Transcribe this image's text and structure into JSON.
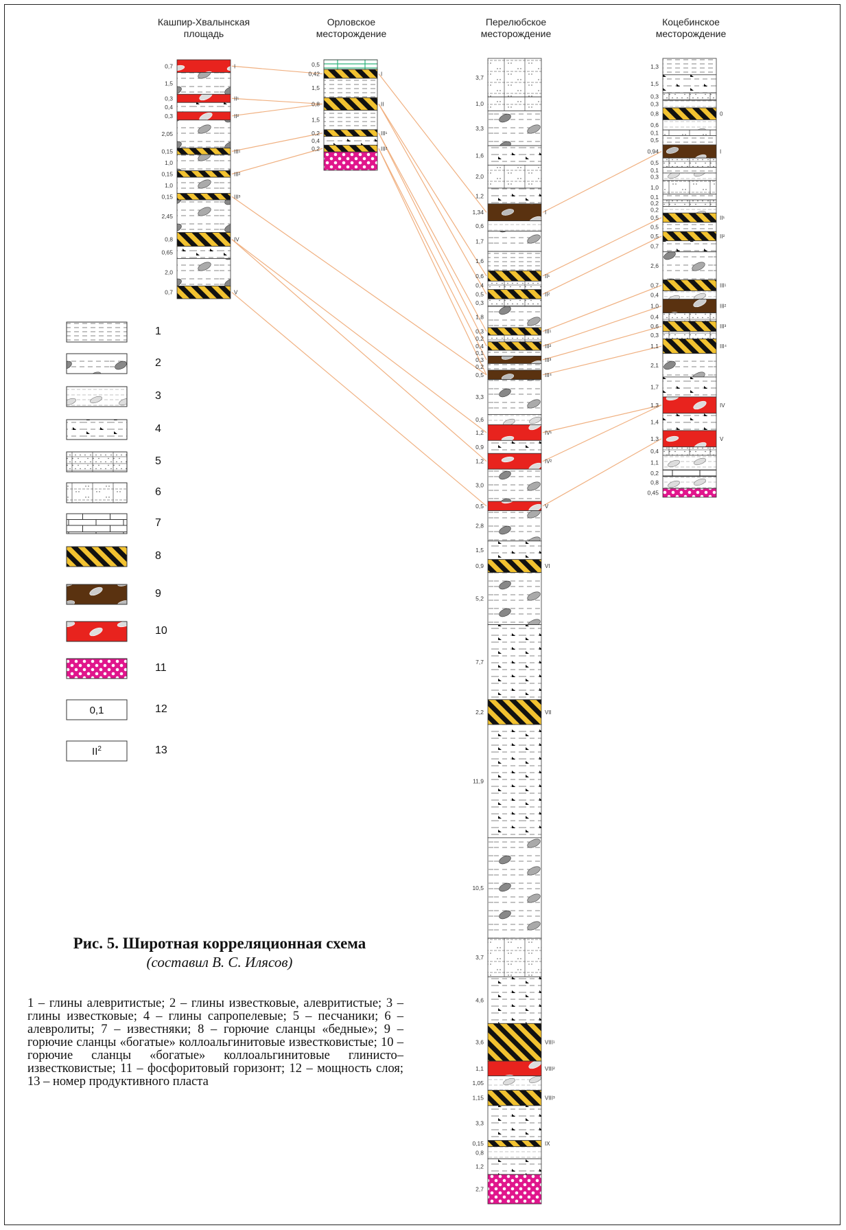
{
  "columns": [
    {
      "title_line1": "Кашпир-Хвалынская",
      "title_line2": "площадь"
    },
    {
      "title_line1": "Орловское",
      "title_line2": "месторождение"
    },
    {
      "title_line1": "Перелюбское",
      "title_line2": "месторождение"
    },
    {
      "title_line1": "Коцебинское",
      "title_line2": "месторождение"
    }
  ],
  "legend_numbers": [
    "1",
    "2",
    "3",
    "4",
    "5",
    "6",
    "7",
    "8",
    "9",
    "10",
    "11",
    "12",
    "13"
  ],
  "legend_sample_thickness": "0,1",
  "legend_sample_plast": "II",
  "legend_sample_plast_sup": "2",
  "caption": {
    "title": "Рис. 5. Широтная корреляционная схема",
    "author": "(составил В. С. Илясов)"
  },
  "legend_text": "1 – глины алевритистые; 2 – глины известковые, алевритистые; 3 – глины известковые; 4 – глины сапропелевые; 5 – песчаники; 6 – алевролиты; 7 – известняки; 8 – горючие сланцы «бедные»; 9 – горючие сланцы «богатые» коллоальгинитовые известковистые; 10 – горючие сланцы «богатые» коллоальгинитовые глинисто–известковистые; 11 – фосфоритовый горизонт; 12 – мощность слоя; 13 – номер продуктивного пласта",
  "colors": {
    "poor_shale_yellow": "#f2c230",
    "rich_shale_brown": "#5a3210",
    "rich_shale_red": "#e8231e",
    "phosphorite_pink": "#e0168c",
    "correlation_line": "#f0b080",
    "glauconite_green": "#2db37a"
  },
  "wells": [
    {
      "layers": [
        {
          "th": "0,7",
          "p": "red",
          "pl": "I"
        },
        {
          "th": "1,5",
          "p": "c2"
        },
        {
          "th": "0,3",
          "p": "red",
          "pl": "II¹"
        },
        {
          "th": "0,4",
          "p": "c4"
        },
        {
          "th": "0,3",
          "p": "red",
          "pl": "II²"
        },
        {
          "th": "2,05",
          "p": "c2"
        },
        {
          "th": "0,15",
          "p": "yel",
          "pl": "III¹"
        },
        {
          "th": "1,0",
          "p": "c2"
        },
        {
          "th": "0,15",
          "p": "yel",
          "pl": "III²"
        },
        {
          "th": "1,0",
          "p": "c2"
        },
        {
          "th": "0,15",
          "p": "yel",
          "pl": "III³"
        },
        {
          "th": "2,45",
          "p": "c2"
        },
        {
          "th": "0,8",
          "p": "yel",
          "pl": "IV"
        },
        {
          "th": "0,65",
          "p": "c4"
        },
        {
          "th": "2,0",
          "p": "c2"
        },
        {
          "th": "0,7",
          "p": "yel",
          "pl": "V"
        }
      ]
    },
    {
      "layers": [
        {
          "th": "0,5",
          "p": "grn"
        },
        {
          "th": "0,42",
          "p": "yel",
          "pl": "I"
        },
        {
          "th": "1,5",
          "p": "c1"
        },
        {
          "th": "0,8",
          "p": "yel",
          "pl": "II"
        },
        {
          "th": "1,5",
          "p": "c1"
        },
        {
          "th": "0,2",
          "p": "yel",
          "pl": "III¹"
        },
        {
          "th": "0,4",
          "p": "c4"
        },
        {
          "th": "0,2",
          "p": "yel",
          "pl": "III²"
        },
        {
          "th": "",
          "p": "pink"
        }
      ]
    },
    {
      "layers": [
        {
          "th": "3,7",
          "p": "c6"
        },
        {
          "th": "1,0",
          "p": "c6"
        },
        {
          "th": "3,3",
          "p": "c2"
        },
        {
          "th": "1,6",
          "p": "c4"
        },
        {
          "th": "2,0",
          "p": "c6"
        },
        {
          "th": "1,2",
          "p": "c4"
        },
        {
          "th": "1,34",
          "p": "brn",
          "pl": "I"
        },
        {
          "th": "0,6",
          "p": "c3"
        },
        {
          "th": "1,7",
          "p": "c2"
        },
        {
          "th": "1,6",
          "p": "c1"
        },
        {
          "th": "0,6",
          "p": "yel",
          "pl": "II¹"
        },
        {
          "th": "0,4",
          "p": "c5"
        },
        {
          "th": "0,5",
          "p": "yel",
          "pl": "II²"
        },
        {
          "th": "0,3",
          "p": "c5"
        },
        {
          "th": "1,8",
          "p": "c2"
        },
        {
          "th": "0,3",
          "p": "yel",
          "pl": "III¹"
        },
        {
          "th": "0,2",
          "p": "c5"
        },
        {
          "th": "0,4",
          "p": "yel",
          "pl": "III²"
        },
        {
          "th": "0,1",
          "p": "c1"
        },
        {
          "th": "0,3",
          "p": "brn",
          "pl": "III³"
        },
        {
          "th": "0,2",
          "p": "c1"
        },
        {
          "th": "0,5",
          "p": "brn",
          "pl": "III⁴"
        },
        {
          "th": "3,3",
          "p": "c2"
        },
        {
          "th": "0,6",
          "p": "c3"
        },
        {
          "th": "1,2",
          "p": "red",
          "pl": "IV¹"
        },
        {
          "th": "0,9",
          "p": "c4"
        },
        {
          "th": "1,2",
          "p": "red",
          "pl": "IV²"
        },
        {
          "th": "3,0",
          "p": "c2"
        },
        {
          "th": "0,5",
          "p": "red",
          "pl": "V"
        },
        {
          "th": "2,8",
          "p": "c2"
        },
        {
          "th": "1,5",
          "p": "c4"
        },
        {
          "th": "0,9",
          "p": "yel",
          "pl": "VI"
        },
        {
          "th": "5,2",
          "p": "c2"
        },
        {
          "th": "7,7",
          "p": "c4"
        },
        {
          "th": "2,2",
          "p": "yel",
          "pl": "VII"
        },
        {
          "th": "11,9",
          "p": "c4"
        },
        {
          "th": "10,5",
          "p": "c2"
        },
        {
          "th": "3,7",
          "p": "c6"
        },
        {
          "th": "4,6",
          "p": "c4"
        },
        {
          "th": "3,6",
          "p": "yel",
          "pl": "VIII¹"
        },
        {
          "th": "1,1",
          "p": "red",
          "pl": "VIII²"
        },
        {
          "th": "1,05",
          "p": "c3"
        },
        {
          "th": "1,15",
          "p": "yel",
          "pl": "VIII³"
        },
        {
          "th": "3,3",
          "p": "c4"
        },
        {
          "th": "0,15",
          "p": "yel",
          "pl": "IX"
        },
        {
          "th": "0,8",
          "p": "c3"
        },
        {
          "th": "1,2",
          "p": "c4"
        },
        {
          "th": "2,7",
          "p": "pink"
        }
      ]
    },
    {
      "layers": [
        {
          "th": "1,3",
          "p": "c1"
        },
        {
          "th": "1,5",
          "p": "c4"
        },
        {
          "th": "0,3",
          "p": "c5"
        },
        {
          "th": "0,3",
          "p": "c3"
        },
        {
          "th": "0,8",
          "p": "yel",
          "pl": "0"
        },
        {
          "th": "0,6",
          "p": "c3"
        },
        {
          "th": "0,1",
          "p": "c6"
        },
        {
          "th": "0,5",
          "p": "c1"
        },
        {
          "th": "0,94",
          "p": "brn",
          "pl": "I"
        },
        {
          "th": "0,5",
          "p": "c5"
        },
        {
          "th": "0,1",
          "p": "c1"
        },
        {
          "th": "0,3",
          "p": "c3"
        },
        {
          "th": "1,0",
          "p": "c6"
        },
        {
          "th": "0,1",
          "p": "c1"
        },
        {
          "th": "0,2",
          "p": "c5"
        },
        {
          "th": "0,2",
          "p": "c3"
        },
        {
          "th": "0,5",
          "p": "yel",
          "pl": "II¹"
        },
        {
          "th": "0,5",
          "p": "c1"
        },
        {
          "th": "0,5",
          "p": "yel",
          "pl": "II²"
        },
        {
          "th": "0,7",
          "p": "c4"
        },
        {
          "th": "2,6",
          "p": "c2"
        },
        {
          "th": "0,7",
          "p": "yel",
          "pl": "III¹"
        },
        {
          "th": "0,4",
          "p": "c3"
        },
        {
          "th": "1,0",
          "p": "brn",
          "pl": "III²"
        },
        {
          "th": "0,4",
          "p": "c5"
        },
        {
          "th": "0,6",
          "p": "yel",
          "pl": "III³"
        },
        {
          "th": "0,3",
          "p": "c5"
        },
        {
          "th": "1,1",
          "p": "yel",
          "pl": "III⁴"
        },
        {
          "th": "2,1",
          "p": "c2"
        },
        {
          "th": "1,7",
          "p": "c4"
        },
        {
          "th": "1,3",
          "p": "red",
          "pl": "IV"
        },
        {
          "th": "1,4",
          "p": "c4"
        },
        {
          "th": "1,3",
          "p": "red",
          "pl": "V"
        },
        {
          "th": "0,4",
          "p": "c5"
        },
        {
          "th": "1,1",
          "p": "c3"
        },
        {
          "th": "0,2",
          "p": "c7"
        },
        {
          "th": "0,8",
          "p": "c3"
        },
        {
          "th": "0,45",
          "p": "pink"
        }
      ]
    }
  ],
  "correlations": [
    {
      "from": [
        0,
        "I"
      ],
      "to": [
        1,
        "I"
      ]
    },
    {
      "from": [
        0,
        "II¹"
      ],
      "to": [
        1,
        "II"
      ]
    },
    {
      "from": [
        0,
        "II²"
      ],
      "to": [
        1,
        "II"
      ]
    },
    {
      "from": [
        0,
        "III¹"
      ],
      "to": [
        1,
        "III¹"
      ]
    },
    {
      "from": [
        0,
        "III²"
      ],
      "to": [
        1,
        "III²"
      ]
    },
    {
      "from": [
        1,
        "I"
      ],
      "to": [
        2,
        "I"
      ]
    },
    {
      "from": [
        1,
        "II"
      ],
      "to": [
        2,
        "II¹"
      ]
    },
    {
      "from": [
        1,
        "II"
      ],
      "to": [
        2,
        "II²"
      ]
    },
    {
      "from": [
        1,
        "III¹"
      ],
      "to": [
        2,
        "III¹"
      ]
    },
    {
      "from": [
        1,
        "III¹"
      ],
      "to": [
        2,
        "III²"
      ]
    },
    {
      "from": [
        1,
        "III²"
      ],
      "to": [
        2,
        "III³"
      ]
    },
    {
      "from": [
        1,
        "III²"
      ],
      "to": [
        2,
        "III⁴"
      ]
    },
    {
      "from": [
        0,
        "III³"
      ],
      "to": [
        2,
        "III⁴"
      ]
    },
    {
      "from": [
        0,
        "IV"
      ],
      "to": [
        2,
        "IV¹"
      ]
    },
    {
      "from": [
        0,
        "IV"
      ],
      "to": [
        2,
        "IV²"
      ]
    },
    {
      "from": [
        0,
        "V"
      ],
      "to": [
        2,
        "V"
      ]
    },
    {
      "from": [
        2,
        "I"
      ],
      "to": [
        3,
        "I"
      ]
    },
    {
      "from": [
        2,
        "II¹"
      ],
      "to": [
        3,
        "II¹"
      ]
    },
    {
      "from": [
        2,
        "II²"
      ],
      "to": [
        3,
        "II²"
      ]
    },
    {
      "from": [
        2,
        "III¹"
      ],
      "to": [
        3,
        "III¹"
      ]
    },
    {
      "from": [
        2,
        "III²"
      ],
      "to": [
        3,
        "III²"
      ]
    },
    {
      "from": [
        2,
        "III³"
      ],
      "to": [
        3,
        "III³"
      ]
    },
    {
      "from": [
        2,
        "III⁴"
      ],
      "to": [
        3,
        "III⁴"
      ]
    },
    {
      "from": [
        2,
        "IV¹"
      ],
      "to": [
        3,
        "IV"
      ]
    },
    {
      "from": [
        2,
        "IV²"
      ],
      "to": [
        3,
        "IV"
      ]
    },
    {
      "from": [
        2,
        "V"
      ],
      "to": [
        3,
        "V"
      ]
    }
  ]
}
